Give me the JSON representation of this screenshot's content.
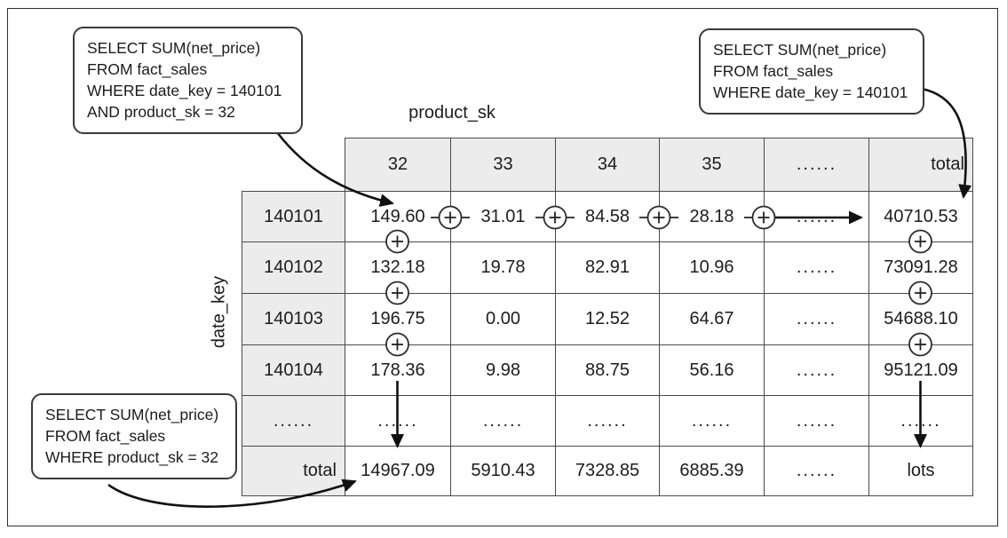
{
  "callouts": {
    "top_left": {
      "lines": [
        "SELECT SUM(net_price)",
        "FROM fact_sales",
        "WHERE date_key = 140101",
        "AND product_sk = 32"
      ]
    },
    "top_right": {
      "lines": [
        "SELECT SUM(net_price)",
        "FROM fact_sales",
        "WHERE date_key = 140101"
      ]
    },
    "bottom_left": {
      "lines": [
        "SELECT SUM(net_price)",
        "FROM fact_sales",
        "WHERE product_sk = 32"
      ]
    }
  },
  "labels": {
    "column_axis": "product_sk",
    "row_axis": "date_key"
  },
  "table": {
    "column_headers": [
      "32",
      "33",
      "34",
      "35",
      "......",
      "total"
    ],
    "rows": [
      {
        "header": "140101",
        "cells": [
          "149.60",
          "31.01",
          "84.58",
          "28.18",
          "......",
          "40710.53"
        ]
      },
      {
        "header": "140102",
        "cells": [
          "132.18",
          "19.78",
          "82.91",
          "10.96",
          "......",
          "73091.28"
        ]
      },
      {
        "header": "140103",
        "cells": [
          "196.75",
          "0.00",
          "12.52",
          "64.67",
          "......",
          "54688.10"
        ]
      },
      {
        "header": "140104",
        "cells": [
          "178.36",
          "9.98",
          "88.75",
          "56.16",
          "......",
          "95121.09"
        ]
      },
      {
        "header": "......",
        "cells": [
          "......",
          "......",
          "......",
          "......",
          "......",
          "......"
        ]
      },
      {
        "header": "total",
        "cells": [
          "14967.09",
          "5910.43",
          "7328.85",
          "6885.39",
          "......",
          "lots"
        ]
      }
    ]
  },
  "icons": {
    "plus": "+"
  },
  "colors": {
    "header_fill": "#ececec",
    "cell_border": "#4a4a4a",
    "outer_border": "#2f2f2f",
    "text": "#1c1c1c",
    "background": "#ffffff"
  }
}
